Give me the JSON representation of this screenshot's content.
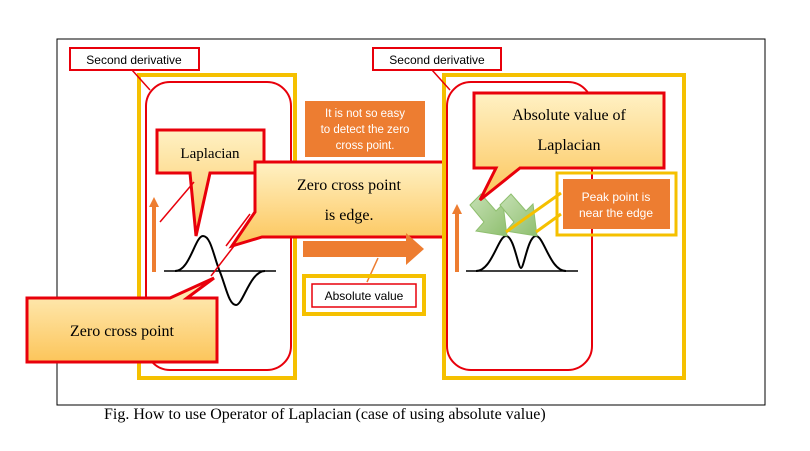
{
  "labels": {
    "second_derivative_left": "Second derivative",
    "second_derivative_right": "Second derivative",
    "laplacian": "Laplacian",
    "not_easy_line1": "It is not so easy",
    "not_easy_line2": "to detect the zero",
    "not_easy_line3": "cross point.",
    "zero_cross_edge_line1": "Zero cross point",
    "zero_cross_edge_line2": "is edge.",
    "zero_cross_point": "Zero cross point",
    "absolute_value": "Absolute value",
    "abs_laplacian_line1": "Absolute value of",
    "abs_laplacian_line2": "Laplacian",
    "peak_line1": "Peak point is",
    "peak_line2": "near the edge",
    "caption": "Fig. How to use Operator of Laplacian (case of using absolute value)"
  },
  "colors": {
    "callout_red": "#e8000b",
    "callout_fill": "#fdd98a",
    "highlight_yellow": "#f5c000",
    "note_orange": "#ed7d31",
    "arrow_green": "#a9d18e",
    "frame": "#000000"
  }
}
